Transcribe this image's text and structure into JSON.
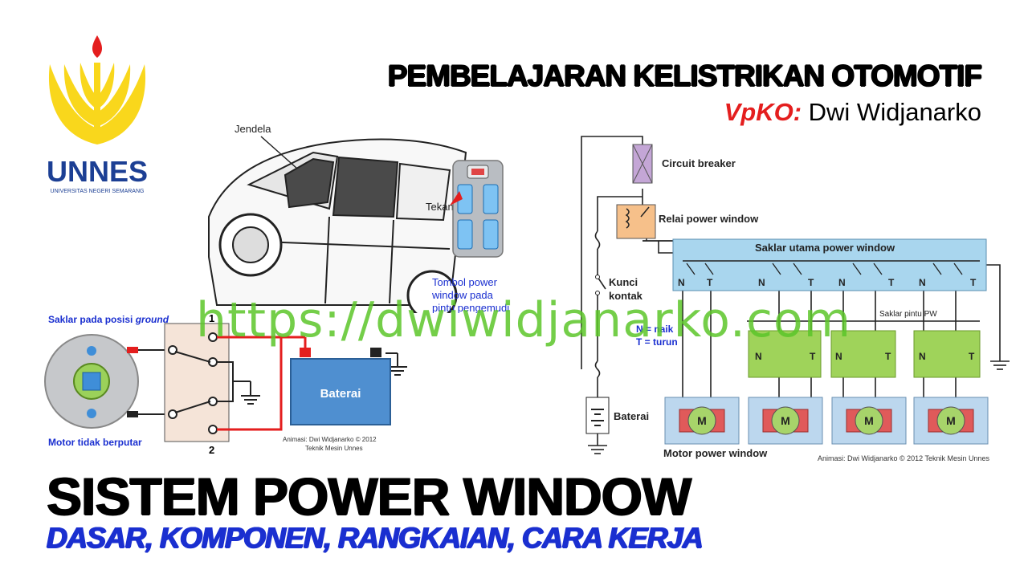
{
  "header": {
    "title": "PEMBELAJARAN KELISTRIKAN OTOMOTIF",
    "author_prefix": "VpKO:",
    "author_name": "Dwi Widjanarko"
  },
  "logo": {
    "name": "UNNES",
    "subtitle": "UNIVERSITAS NEGERI SEMARANG"
  },
  "car_illustration": {
    "window_label": "Jendela",
    "press_label": "Tekan",
    "button_caption_1": "Tombol power",
    "button_caption_2": "window pada",
    "button_caption_3": "pintu pengemudi"
  },
  "ground_circuit": {
    "switch_label_prefix": "Saklar pada posisi ",
    "switch_label_italic": "ground",
    "terminal_1": "1",
    "terminal_2": "2",
    "battery_label": "Baterai",
    "motor_status": "Motor tidak berputar",
    "animation_credit_1": "Animasi: Dwi Widjanarko © 2012",
    "animation_credit_2": "Teknik Mesin Unnes"
  },
  "wiring_diagram": {
    "circuit_breaker": "Circuit breaker",
    "relay": "Relai power window",
    "main_switch": "Saklar utama power window",
    "ignition_1": "Kunci",
    "ignition_2": "kontak",
    "door_switch": "Saklar pintu PW",
    "legend_n": "N = naik",
    "legend_t": "T = turun",
    "battery": "Baterai",
    "motor_label": "Motor power window",
    "motor_letter": "M",
    "terminal_n": "N",
    "terminal_t": "T",
    "credit": "Animasi: Dwi Widjanarko © 2012 Teknik Mesin Unnes"
  },
  "watermark": "https://dwiwidjanarko.com",
  "main_title": "SISTEM POWER WINDOW",
  "subtitle": "DASAR, KOMPONEN, RANGKAIAN, CARA KERJA",
  "colors": {
    "accent_red": "#e41e1e",
    "title_blue": "#1a2fd0",
    "watermark_green": "#5cc62a",
    "logo_yellow": "#f9d71c",
    "logo_blue": "#1c3f94",
    "switch_blue": "#a9d6ee",
    "door_switch_green": "#9fd35a",
    "motor_red": "#e05a5a"
  }
}
